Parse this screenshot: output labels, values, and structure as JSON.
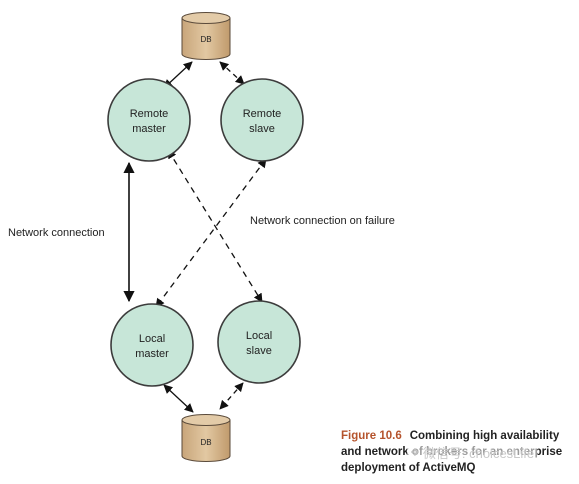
{
  "nodes": {
    "db_top": "DB",
    "remote_master": [
      "Remote",
      "master"
    ],
    "remote_slave": [
      "Remote",
      "slave"
    ],
    "local_master": [
      "Local",
      "master"
    ],
    "local_slave": [
      "Local",
      "slave"
    ],
    "db_bottom": "DB"
  },
  "edge_labels": {
    "network_connection": "Network connection",
    "failure_connection": "Network connection on failure"
  },
  "caption": {
    "figure": "Figure 10.6",
    "text": "Combining high availability and network of brokers for an enterprise deployment of ActiveMQ"
  },
  "watermark": {
    "text": "微信号: choicesLife",
    "icon": "wechat-icon"
  },
  "colors": {
    "node_fill": "#c7e6d8",
    "node_stroke": "#3c3c3c",
    "db_fill": "#d7b890",
    "figure_accent": "#b5532c"
  }
}
